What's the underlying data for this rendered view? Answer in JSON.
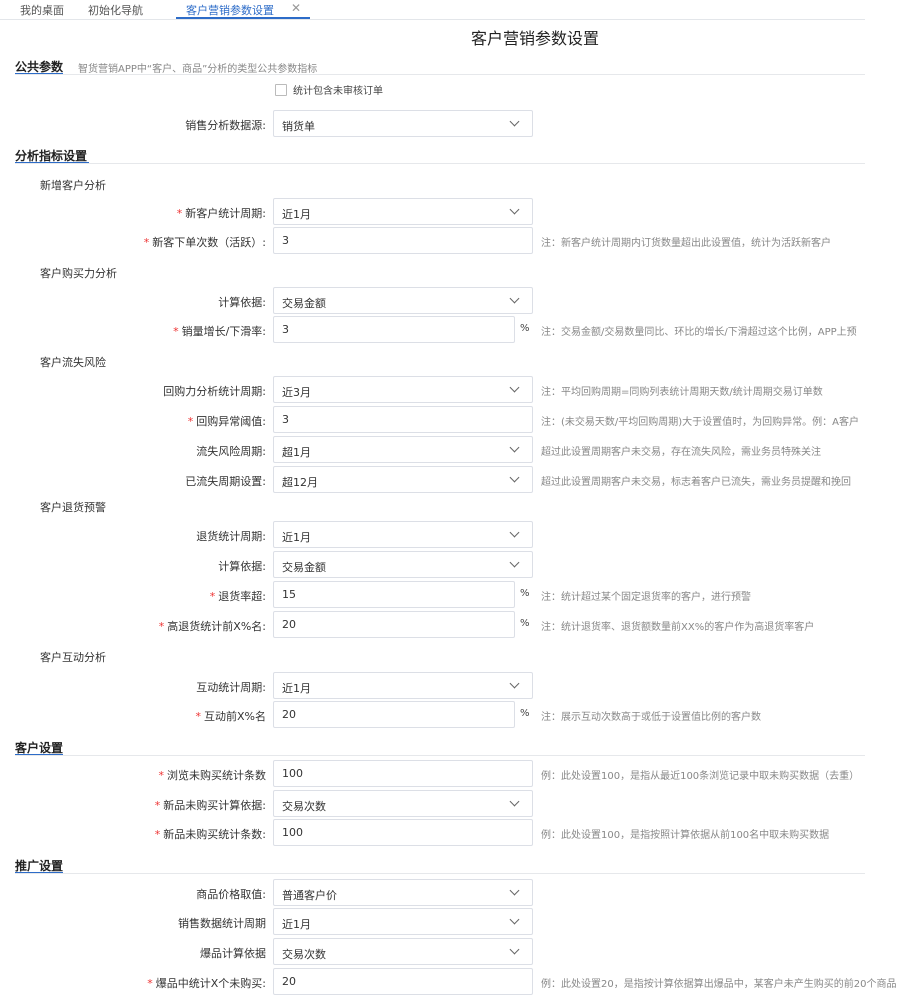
{
  "tabs": [
    {
      "label": "我的桌面"
    },
    {
      "label": "初始化导航"
    },
    {
      "label": "客户营销参数设置"
    }
  ],
  "page_title": "客户营销参数设置",
  "public": {
    "section": "公共参数",
    "desc": "智货营销APP中“客户、商品”分析的类型公共参数指标",
    "checkbox_label": "统计包含未审核订单",
    "data_source_label": "销售分析数据源:",
    "data_source_value": "销货单"
  },
  "analysis": {
    "section": "分析指标设置",
    "new_customer": {
      "title": "新增客户分析",
      "period_label": "新客户统计周期:",
      "period_value": "近1月",
      "orders_label": "新客下单次数（活跃）:",
      "orders_value": "3",
      "orders_note": "注：新客户统计周期内订货数量超出此设置值，统计为活跃新客户"
    },
    "purchase_power": {
      "title": "客户购买力分析",
      "basis_label": "计算依据:",
      "basis_value": "交易金额",
      "growth_label": "销量增长/下滑率:",
      "growth_value": "3",
      "growth_unit": "%",
      "growth_note": "注：交易金额/交易数量同比、环比的增长/下滑超过这个比例，APP上预"
    },
    "churn": {
      "title": "客户流失风险",
      "repurchase_period_label": "回购力分析统计周期:",
      "repurchase_period_value": "近3月",
      "repurchase_period_note": "注：平均回购周期=同购列表统计周期天数/统计周期交易订单数",
      "anomaly_label": "回购异常阈值:",
      "anomaly_value": "3",
      "anomaly_note": "注：(未交易天数/平均回购周期)大于设置值时，为回购异常。例：A客户",
      "risk_period_label": "流失风险周期:",
      "risk_period_value": "超1月",
      "risk_period_note": "超过此设置周期客户未交易，存在流失风险，需业务员特殊关注",
      "lost_period_label": "已流失周期设置:",
      "lost_period_value": "超12月",
      "lost_period_note": "超过此设置周期客户未交易，标志着客户已流失，需业务员提醒和挽回"
    },
    "returns": {
      "title": "客户退货预警",
      "period_label": "退货统计周期:",
      "period_value": "近1月",
      "basis_label": "计算依据:",
      "basis_value": "交易金额",
      "rate_label": "退货率超:",
      "rate_value": "15",
      "rate_unit": "%",
      "rate_note": "注：统计超过某个固定退货率的客户，进行预警",
      "top_label": "高退货统计前X%名:",
      "top_value": "20",
      "top_unit": "%",
      "top_note": "注：统计退货率、退货额数量前XX%的客户作为高退货率客户"
    },
    "interaction": {
      "title": "客户互动分析",
      "period_label": "互动统计周期:",
      "period_value": "近1月",
      "top_label": "互动前X%名",
      "top_value": "20",
      "top_unit": "%",
      "top_note": "注：展示互动次数高于或低于设置值比例的客户数"
    }
  },
  "customer": {
    "section": "客户设置",
    "browse_label": "浏览未购买统计条数",
    "browse_value": "100",
    "browse_note": "例：此处设置100，是指从最近100条浏览记录中取未购买数据（去重）",
    "new_basis_label": "新品未购买计算依据:",
    "new_basis_value": "交易次数",
    "new_count_label": "新品未购买统计条数:",
    "new_count_value": "100",
    "new_count_note": "例：此处设置100，是指按照计算依据从前100名中取未购买数据"
  },
  "promo": {
    "section": "推广设置",
    "price_label": "商品价格取值:",
    "price_value": "普通客户价",
    "sales_period_label": "销售数据统计周期",
    "sales_period_value": "近1月",
    "hot_basis_label": "爆品计算依据",
    "hot_basis_value": "交易次数",
    "hot_top_label": "爆品中统计X个未购买:",
    "hot_top_value": "20",
    "hot_top_note": "例：此处设置20，是指按计算依据算出爆品中，某客户未产生购买的前20个商品"
  }
}
